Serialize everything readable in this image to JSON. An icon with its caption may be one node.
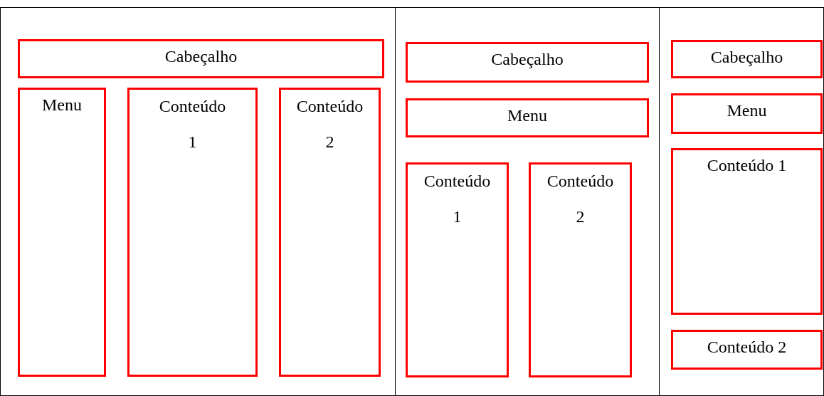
{
  "diagram": {
    "nodes": [
      {
        "text": [],
        "shape": "box"
      },
      {
        "text": [
          "Cabeçalho"
        ],
        "in": 0
      },
      {
        "text": [
          "Menu"
        ],
        "in": 0
      },
      {
        "text": [
          "Conteúdo 1"
        ],
        "in": 0
      },
      {
        "text": [
          "Conteúdo 2"
        ],
        "in": 0
      },
      {
        "text": [],
        "shape": "box"
      },
      {
        "text": [
          "Cabeçalho"
        ],
        "in": 5
      },
      {
        "text": [
          "Menu"
        ],
        "in": 5
      },
      {
        "text": [
          "Conteúdo 1"
        ],
        "in": 5
      },
      {
        "text": [
          "Conteúdo 2"
        ],
        "in": 5
      },
      {
        "text": [],
        "shape": "box"
      },
      {
        "text": [
          "Cabeçalho"
        ],
        "in": 10
      },
      {
        "text": [
          "Menu"
        ],
        "in": 10
      },
      {
        "text": [
          "Conteúdo 1"
        ],
        "in": 10
      },
      {
        "text": [
          "Conteúdo 2"
        ],
        "in": 10
      }
    ],
    "edges": []
  }
}
